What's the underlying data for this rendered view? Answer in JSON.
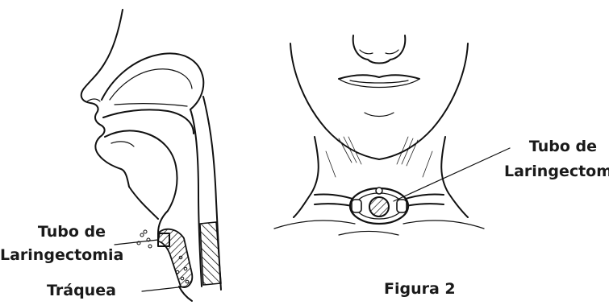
{
  "left_figure": {
    "label_tube_line1": "Tubo de",
    "label_tube_line2": "Laringectomia",
    "label_trachea": "Tráquea"
  },
  "right_figure": {
    "label_tube_line1": "Tubo de",
    "label_tube_line2": "Laringectomia",
    "caption": "Figura 2"
  },
  "colors": {
    "ink": "#111111",
    "label_text": "#1a1a1a",
    "background": "#ffffff"
  }
}
